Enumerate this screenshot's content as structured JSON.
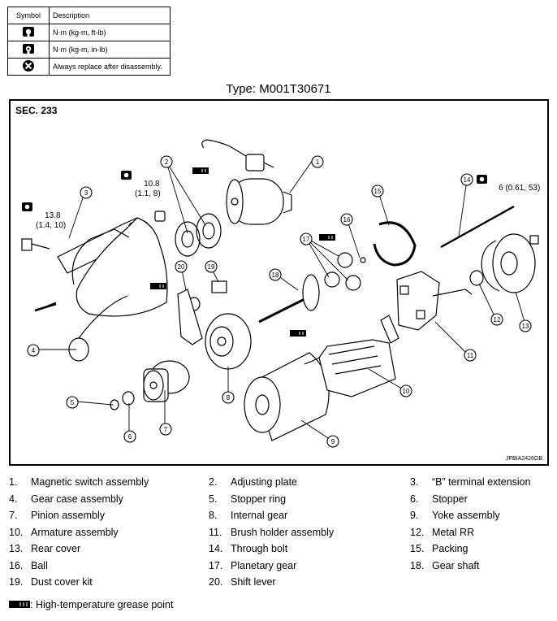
{
  "symbol_table": {
    "header_symbol": "Symbol",
    "header_description": "Description",
    "rows": [
      {
        "icon": "torque-ftlb-icon",
        "text": "N·m (kg-m, ft-lb)"
      },
      {
        "icon": "torque-inlb-icon",
        "text": "N·m (kg-m, in-lb)"
      },
      {
        "icon": "replace-x-icon",
        "text": "Always replace after disassembly."
      }
    ]
  },
  "type_title": "Type: M001T30671",
  "diagram": {
    "section": "SEC. 233",
    "code": "JPBIA2426GB",
    "torques": [
      {
        "value": "13.8",
        "sub": "(1.4, 10)"
      },
      {
        "value": "10.8",
        "sub": "(1.1, 8)"
      },
      {
        "value": "6 (0.61, 53)",
        "sub": ""
      }
    ],
    "callouts": [
      "1",
      "2",
      "3",
      "4",
      "5",
      "6",
      "7",
      "8",
      "9",
      "10",
      "11",
      "12",
      "13",
      "14",
      "15",
      "16",
      "17",
      "18",
      "19",
      "20"
    ]
  },
  "legend": [
    {
      "num": "1.",
      "text": "Magnetic switch assembly"
    },
    {
      "num": "2.",
      "text": "Adjusting plate"
    },
    {
      "num": "3.",
      "text": "“B” terminal extension"
    },
    {
      "num": "4.",
      "text": "Gear case assembly"
    },
    {
      "num": "5.",
      "text": "Stopper ring"
    },
    {
      "num": "6.",
      "text": "Stopper"
    },
    {
      "num": "7.",
      "text": "Pinion assembly"
    },
    {
      "num": "8.",
      "text": "Internal gear"
    },
    {
      "num": "9.",
      "text": "Yoke assembly"
    },
    {
      "num": "10.",
      "text": "Armature assembly"
    },
    {
      "num": "11.",
      "text": "Brush holder assembly"
    },
    {
      "num": "12.",
      "text": "Metal RR"
    },
    {
      "num": "13.",
      "text": "Rear cover"
    },
    {
      "num": "14.",
      "text": "Through bolt"
    },
    {
      "num": "15.",
      "text": "Packing"
    },
    {
      "num": "16.",
      "text": "Ball"
    },
    {
      "num": "17.",
      "text": "Planetary gear"
    },
    {
      "num": "18.",
      "text": "Gear shaft"
    },
    {
      "num": "19.",
      "text": "Dust cover kit"
    },
    {
      "num": "20.",
      "text": "Shift lever"
    }
  ],
  "grease_note": ": High-temperature grease point"
}
